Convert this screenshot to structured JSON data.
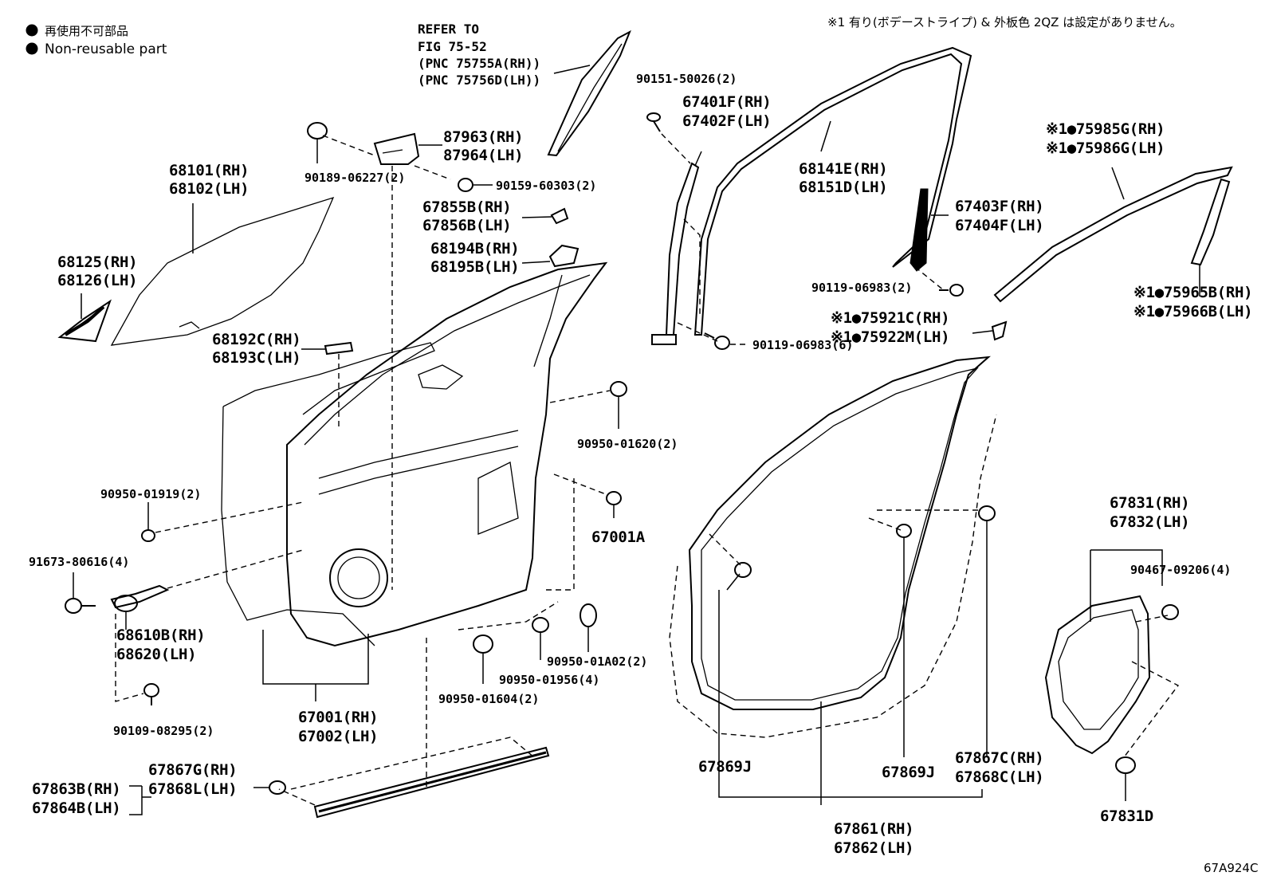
{
  "legend": {
    "jp": "再使用不可部品",
    "en": "Non-reusable part"
  },
  "top_note": "※1 有り(ボデーストライプ) & 外板色 2QZ は設定がありません。",
  "refer_block": [
    "REFER TO",
    "FIG 75-52",
    "(PNC 75755A(RH))",
    "(PNC 75756D(LH))"
  ],
  "diagram_code": "67A924C",
  "callouts": {
    "c90151": "90151-50026(2)",
    "c67401": [
      "67401F(RH)",
      "67402F(LH)"
    ],
    "c87963": [
      "87963(RH)",
      "87964(LH)"
    ],
    "c90189": "90189-06227(2)",
    "c90159": "90159-60303(2)",
    "c68101": [
      "68101(RH)",
      "68102(LH)"
    ],
    "c67855": [
      "67855B(RH)",
      "67856B(LH)"
    ],
    "c68194": [
      "68194B(RH)",
      "68195B(LH)"
    ],
    "c68141": [
      "68141E(RH)",
      "68151D(LH)"
    ],
    "c75985": [
      "※1●75985G(RH)",
      "※1●75986G(LH)"
    ],
    "c67403": [
      "67403F(RH)",
      "67404F(LH)"
    ],
    "c68125": [
      "68125(RH)",
      "68126(LH)"
    ],
    "c90119a": "90119-06983(2)",
    "c75921": [
      "※1●75921C(RH)",
      "※1●75922M(LH)"
    ],
    "c75965": [
      "※1●75965B(RH)",
      "※1●75966B(LH)"
    ],
    "c90119b": "90119-06983(6)",
    "c68192": [
      "68192C(RH)",
      "68193C(LH)"
    ],
    "c90950_01620": "90950-01620(2)",
    "c90950_01919": "90950-01919(2)",
    "c67001A": "67001A",
    "c91673": "91673-80616(4)",
    "c67831": [
      "67831(RH)",
      "67832(LH)"
    ],
    "c90467": "90467-09206(4)",
    "c68610": [
      "68610B(RH)",
      "68620(LH)"
    ],
    "c90950_01A02": "90950-01A02(2)",
    "c90950_01956": "90950-01956(4)",
    "c90950_01604": "90950-01604(2)",
    "c90109": "90109-08295(2)",
    "c67001": [
      "67001(RH)",
      "67002(LH)"
    ],
    "c67867G": [
      "67867G(RH)",
      "67868L(LH)"
    ],
    "c67863": [
      "67863B(RH)",
      "67864B(LH)"
    ],
    "c67869J_a": "67869J",
    "c67869J_b": "67869J",
    "c67867C": [
      "67867C(RH)",
      "67868C(LH)"
    ],
    "c67831D": "67831D",
    "c67861": [
      "67861(RH)",
      "67862(LH)"
    ]
  }
}
